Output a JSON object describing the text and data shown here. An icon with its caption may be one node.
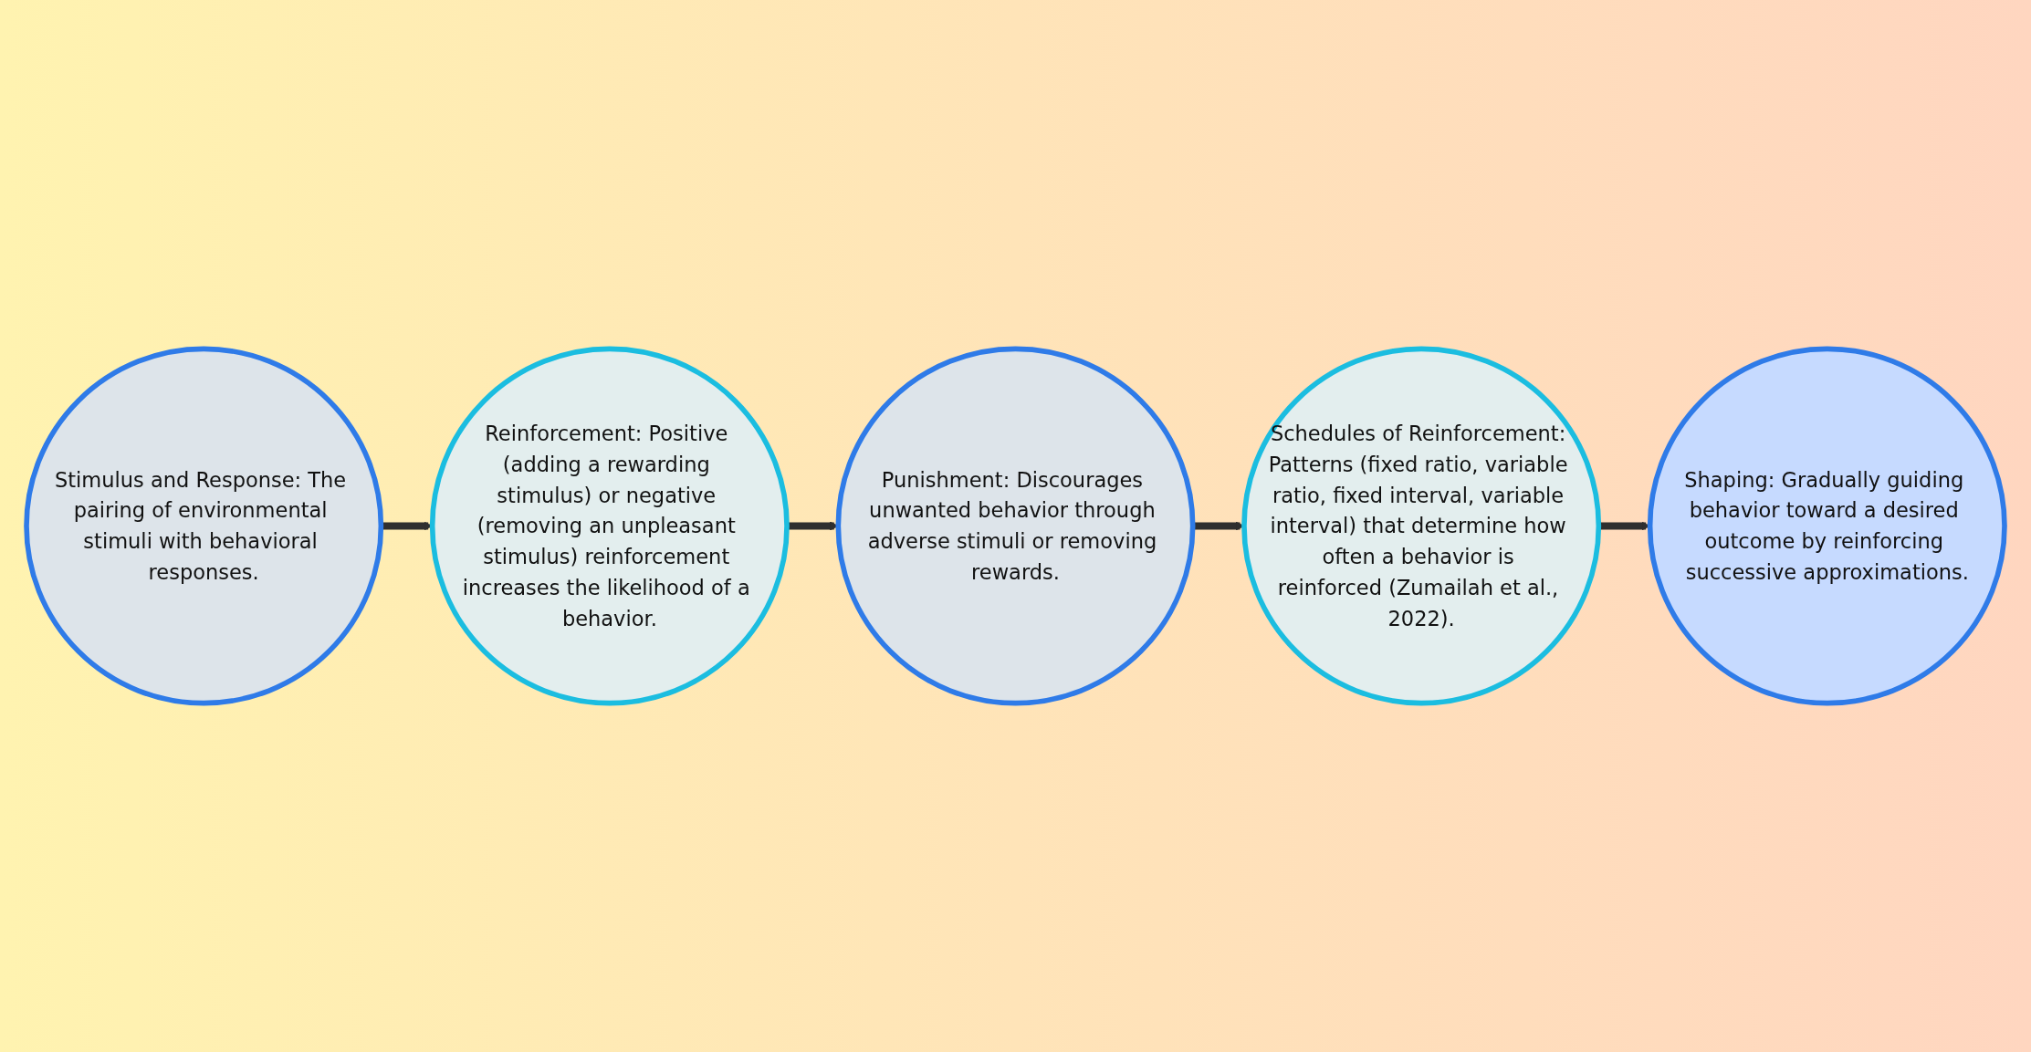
{
  "diagram": {
    "nodes": [
      {
        "text": [
          "Stimulus and Response: The pairing of environmental stimuli with behavioral responses."
        ]
      },
      {
        "text": [
          "Reinforcement: Positive (adding a rewarding stimulus) or negative (removing an unpleasant stimulus) reinforcement increases the likelihood of a behavior."
        ]
      },
      {
        "text": [
          "Punishment: Discourages unwanted behavior through adverse stimuli or removing rewards."
        ]
      },
      {
        "text": [
          "Schedules of Reinforcement: Patterns (fixed ratio, variable ratio, fixed interval, variable interval) that determine how often a behavior is reinforced (Zumailah et al., 2022)."
        ]
      },
      {
        "text": [
          "Shaping: Gradually guiding behavior toward a desired outcome by reinforcing successive approximations."
        ]
      }
    ],
    "edges": [
      {
        "from": 0,
        "to": 1,
        "arrow": "to"
      },
      {
        "from": 1,
        "to": 2,
        "arrow": "to"
      },
      {
        "from": 2,
        "to": 3,
        "arrow": "to"
      },
      {
        "from": 3,
        "to": 4,
        "arrow": "to"
      }
    ]
  }
}
